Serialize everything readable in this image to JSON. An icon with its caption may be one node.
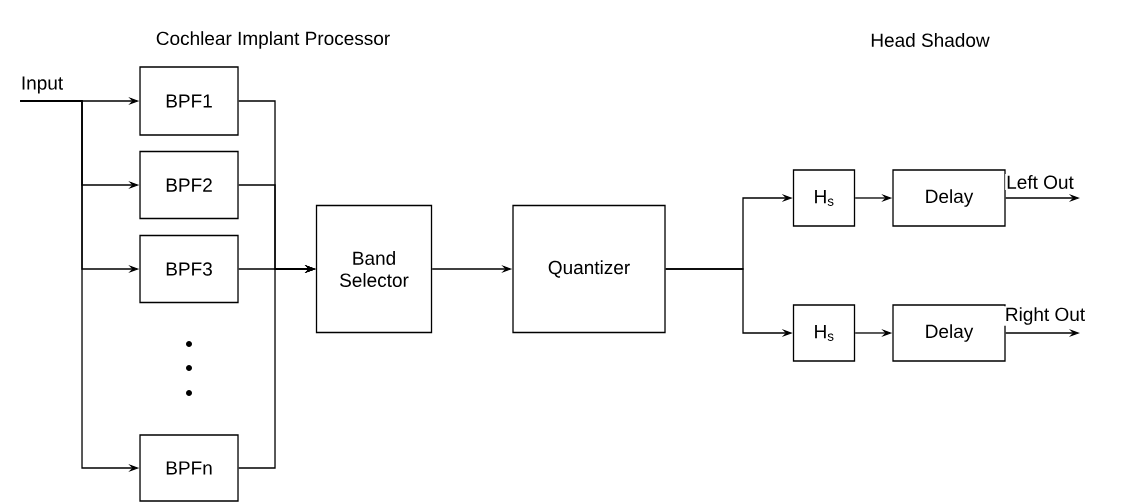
{
  "diagram": {
    "nodes": [
      {
        "text": [
          "Input"
        ]
      },
      {
        "text": [
          "BPF1"
        ]
      },
      {
        "text": [
          "BPF2"
        ]
      },
      {
        "text": [
          "BPF3"
        ]
      },
      {
        "text": [
          "BPFn"
        ]
      },
      {
        "text": [
          "Band Selector"
        ]
      },
      {
        "text": [
          "Quantizer"
        ]
      },
      {
        "text": [
          "H$_{s}$"
        ]
      },
      {
        "text": [
          "Delay"
        ]
      },
      {
        "text": [
          "H$_{s}$"
        ]
      },
      {
        "text": [
          "Delay"
        ]
      }
    ],
    "edges": [
      {
        "from": 0,
        "to": 1,
        "arrow": "to"
      },
      {
        "from": 0,
        "to": 2,
        "arrow": "to"
      },
      {
        "from": 0,
        "to": 3,
        "arrow": "to"
      },
      {
        "from": 0,
        "to": 4,
        "arrow": "to"
      },
      {
        "from": 1,
        "to": 5,
        "arrow": "to"
      },
      {
        "from": 2,
        "to": 5,
        "arrow": "to"
      },
      {
        "from": 3,
        "to": 5,
        "arrow": "to"
      },
      {
        "from": 4,
        "to": 5,
        "arrow": "to"
      },
      {
        "from": 5,
        "to": 6,
        "arrow": "to"
      },
      {
        "from": 6,
        "to": 7,
        "arrow": "to"
      },
      {
        "from": 6,
        "to": 9,
        "arrow": "to"
      },
      {
        "from": 7,
        "to": 8,
        "arrow": "to"
      },
      {
        "from": 9,
        "to": 10,
        "arrow": "to"
      },
      {
        "from": 8,
        "to": null,
        "arrow": "to",
        "label": "Left Out"
      },
      {
        "from": 10,
        "to": null,
        "arrow": "to",
        "label": "Right Out"
      }
    ],
    "labels": [
      "Cochlear Implant Processor",
      "Head Shadow"
    ]
  }
}
